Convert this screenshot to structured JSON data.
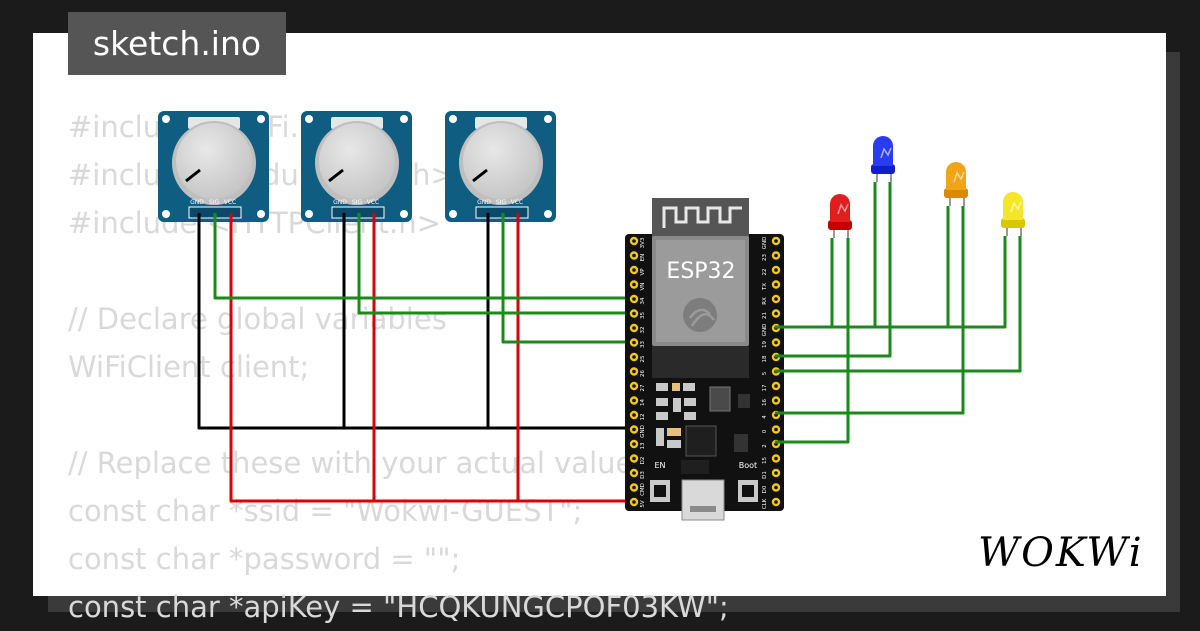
{
  "tab": {
    "title": "sketch.ino"
  },
  "code_lines": [
    "#include <WiFi.h>",
    "#include <ArduinoJson.h>",
    "#include <HTTPClient.h>",
    "",
    "// Declare global variables",
    "WiFiClient client;",
    "",
    "// Replace these with your actual values",
    "const char *ssid = \"Wokwi-GUEST\";",
    "const char *password = \"\";",
    "const char *apiKey = \"HCQKUNGCPOF03KW\";"
  ],
  "board": {
    "name": "ESP32",
    "en_label": "EN",
    "boot_label": "Boot",
    "left_pins": [
      "3V3",
      "EN",
      "VP",
      "VN",
      "34",
      "35",
      "32",
      "33",
      "25",
      "26",
      "27",
      "14",
      "12",
      "GND",
      "13",
      "D2",
      "D3",
      "CMD",
      "5V"
    ],
    "right_pins": [
      "GND",
      "23",
      "22",
      "TX",
      "RX",
      "21",
      "GND",
      "19",
      "18",
      "5",
      "17",
      "16",
      "4",
      "0",
      "2",
      "15",
      "D1",
      "D0",
      "CLK"
    ]
  },
  "potentiometers": [
    {
      "pins": [
        "GND",
        "SIG",
        "VCC"
      ]
    },
    {
      "pins": [
        "GND",
        "SIG",
        "VCC"
      ]
    },
    {
      "pins": [
        "GND",
        "SIG",
        "VCC"
      ]
    }
  ],
  "leds": [
    {
      "color": "red"
    },
    {
      "color": "blue"
    },
    {
      "color": "orange"
    },
    {
      "color": "yellow"
    }
  ],
  "colors": {
    "wire_green": "#1a8a1a",
    "wire_black": "#000000",
    "wire_red": "#e00000",
    "pot_board": "#0f5e82",
    "board": "#111111",
    "pin_yellow": "#f2c811"
  },
  "brand": {
    "logo_text": "WOKWi"
  }
}
